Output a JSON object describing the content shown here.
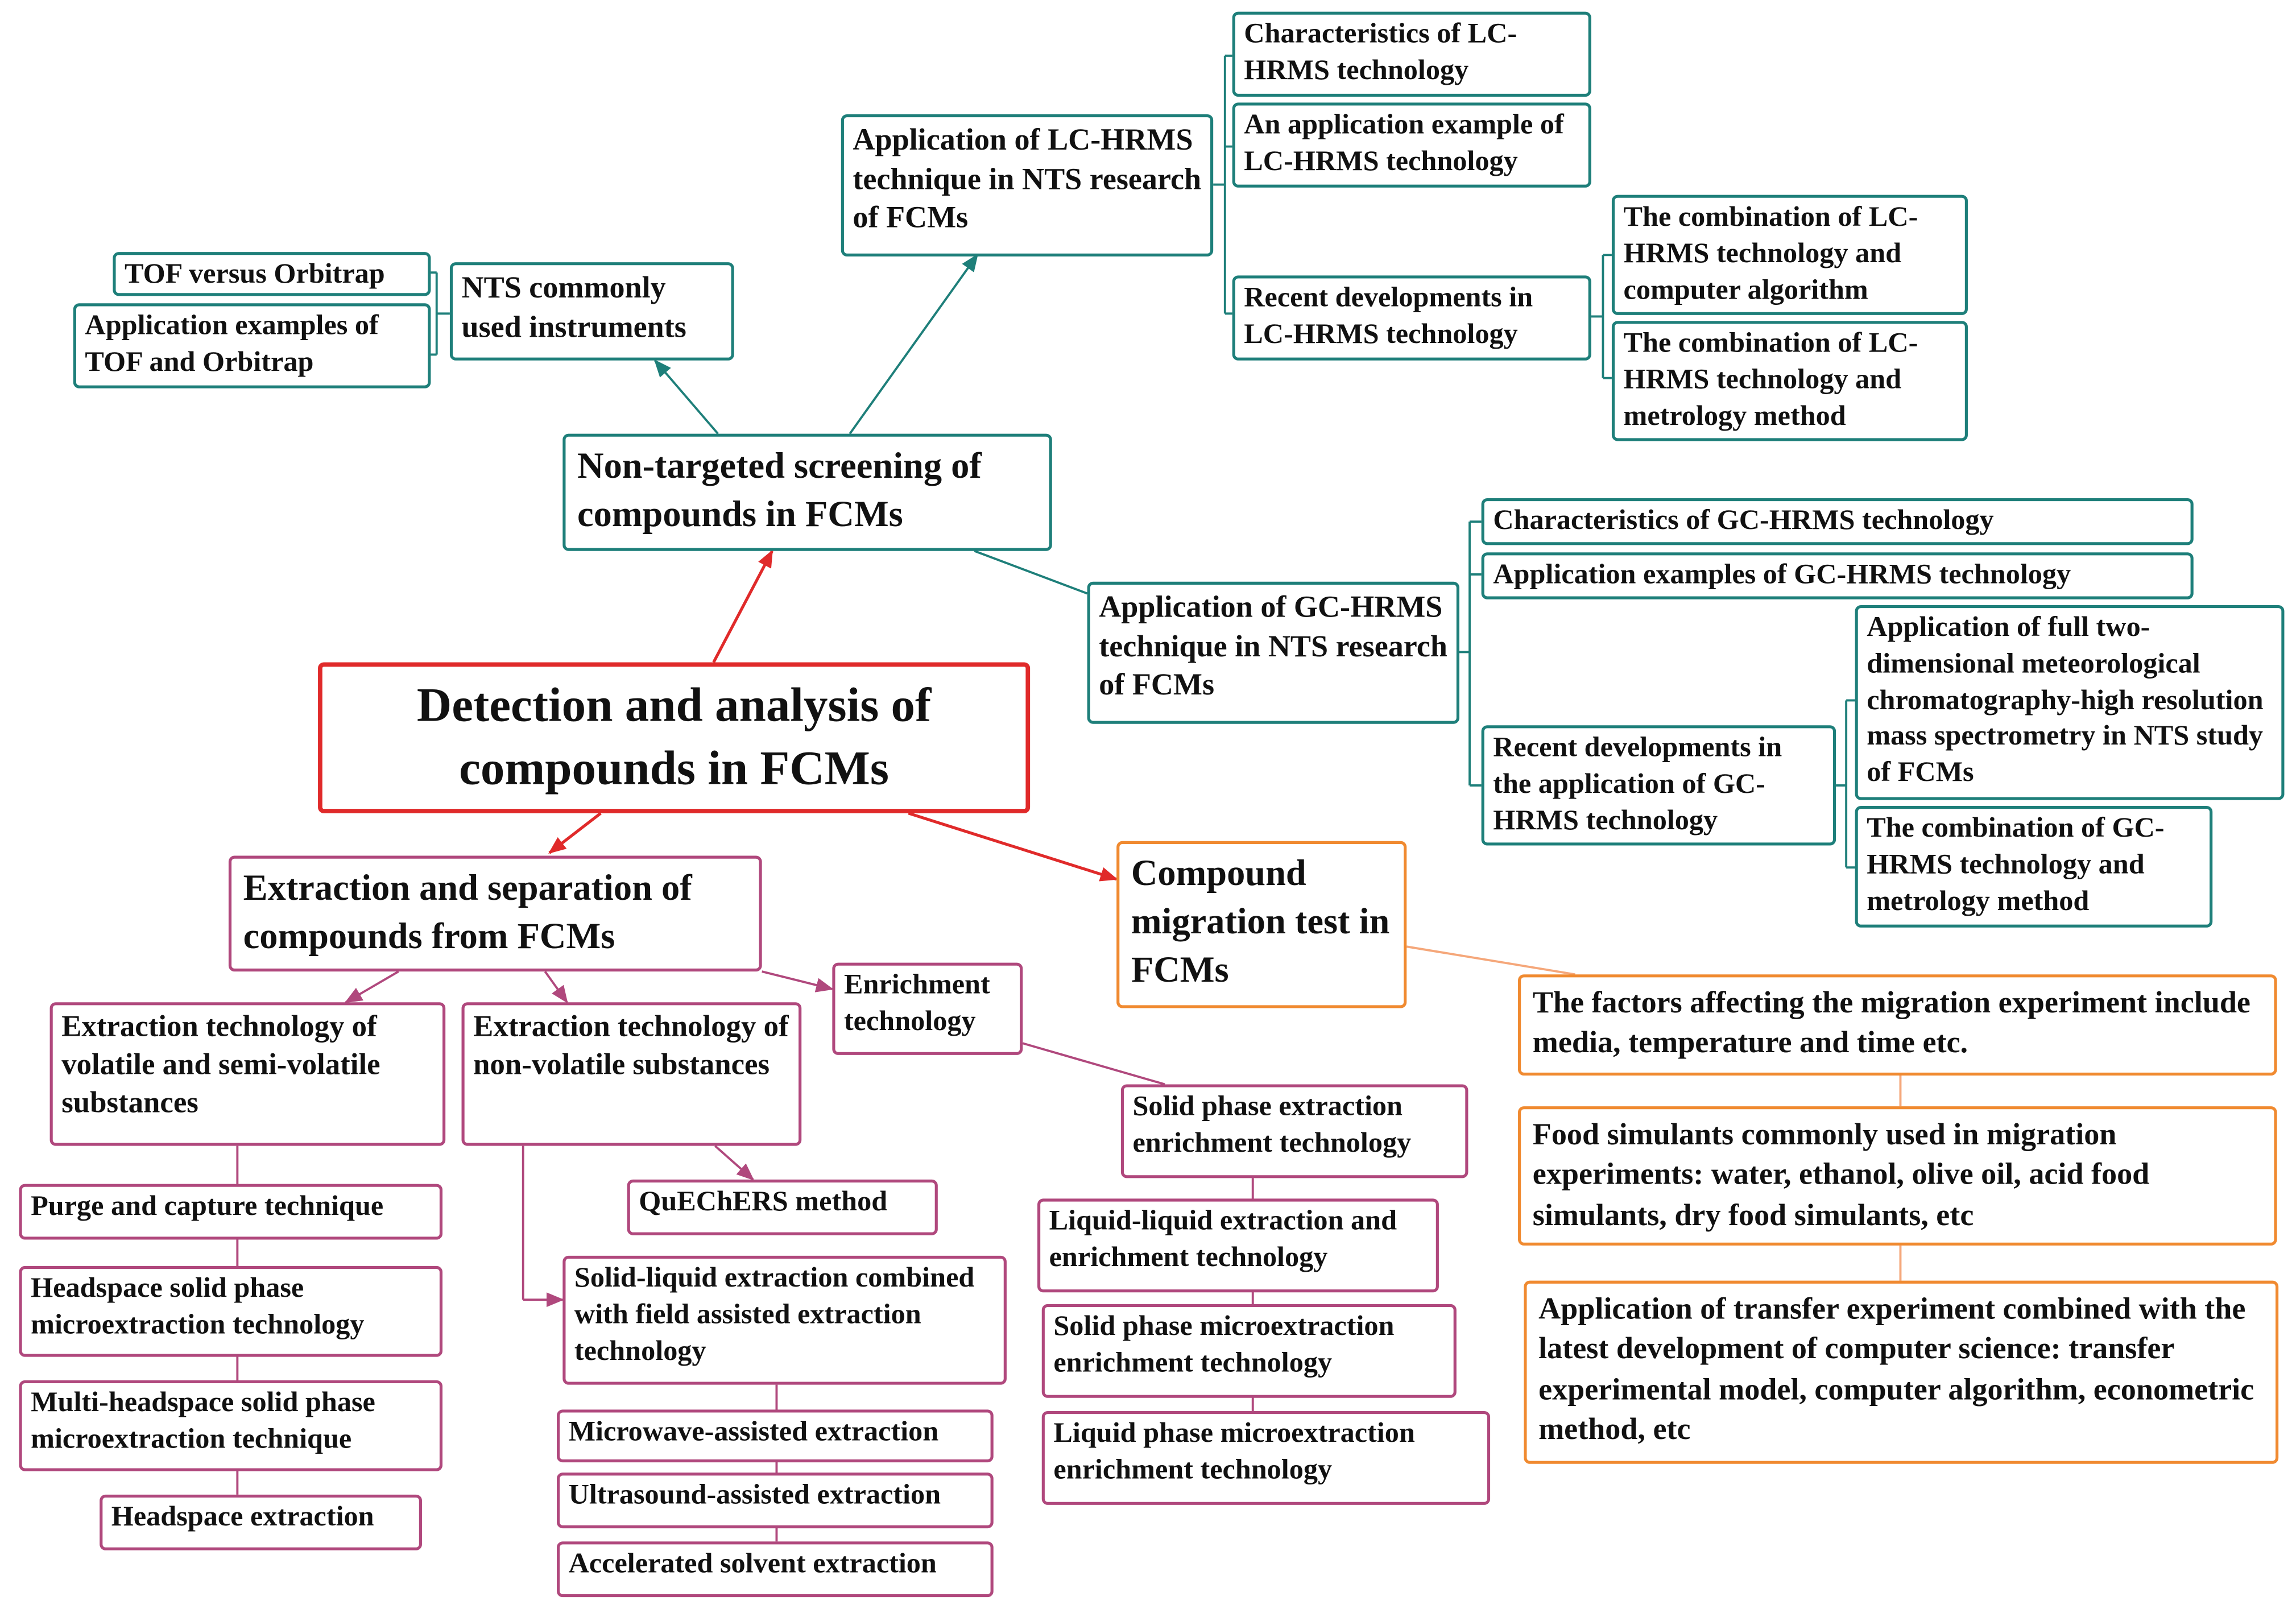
{
  "colors": {
    "root": "#e02a2a",
    "teal": "#1e7f7a",
    "pink": "#b0487d",
    "orange": "#f08a30"
  },
  "root": {
    "label": "Detection and analysis of compounds in FCMs"
  },
  "nts": {
    "label": "Non-targeted screening of compounds in FCMs",
    "instruments": {
      "label": "NTS commonly used instruments",
      "children": [
        "TOF versus Orbitrap",
        "Application examples of TOF and Orbitrap"
      ]
    },
    "lc": {
      "label": "Application of LC-HRMS technique in NTS research of FCMs",
      "children": [
        "Characteristics of LC-HRMS technology",
        "An application example of LC-HRMS technology"
      ],
      "recent": {
        "label": "Recent developments in LC-HRMS technology",
        "children": [
          "The combination of LC-HRMS technology and computer algorithm",
          "The combination of LC-HRMS technology and metrology method"
        ]
      }
    },
    "gc": {
      "label": "Application of GC-HRMS technique in NTS research of FCMs",
      "children": [
        "Characteristics of GC-HRMS technology",
        "Application examples of GC-HRMS technology"
      ],
      "recent": {
        "label": "Recent developments in the application of GC-HRMS technology",
        "children": [
          "Application of full two-dimensional meteorological chromatography-high resolution mass spectrometry in NTS study of FCMs",
          "The combination of GC-HRMS technology and metrology method"
        ]
      }
    }
  },
  "extraction": {
    "label": "Extraction and separation of compounds from FCMs",
    "volatile": {
      "label": "Extraction technology of volatile and semi-volatile substances",
      "children": [
        "Purge and capture technique",
        "Headspace solid phase microextraction technology",
        "Multi-headspace solid phase microextraction technique",
        "Headspace extraction"
      ]
    },
    "nonvolatile": {
      "label": "Extraction technology of non-volatile substances",
      "quechers": "QuEChERS method",
      "sle": {
        "label": "Solid-liquid extraction combined with field assisted extraction technology",
        "children": [
          "Microwave-assisted extraction",
          "Ultrasound-assisted extraction",
          "Accelerated solvent extraction"
        ]
      }
    },
    "enrichment": {
      "label": "Enrichment technology",
      "children": [
        "Solid phase extraction enrichment technology",
        "Liquid-liquid extraction and enrichment technology",
        "Solid phase microextraction enrichment technology",
        "Liquid phase microextraction enrichment technology"
      ]
    }
  },
  "migration": {
    "label": "Compound migration test in FCMs",
    "children": [
      "The factors affecting the migration experiment include media, temperature and time etc.",
      "Food simulants commonly used in migration experiments: water, ethanol, olive oil, acid food simulants, dry food simulants, etc",
      "Application of transfer experiment combined with the latest development of computer science: transfer experimental model, computer algorithm, econometric method, etc"
    ]
  }
}
